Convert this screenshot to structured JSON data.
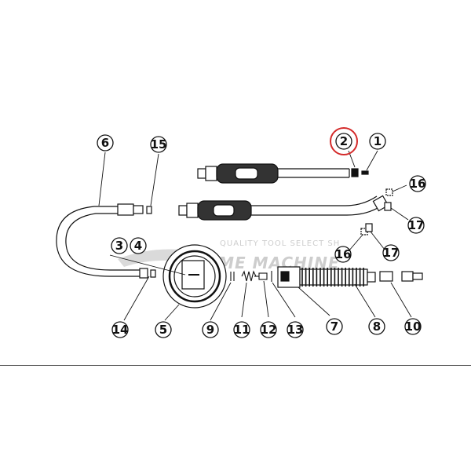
{
  "diagram": {
    "highlight_color": "#d42a2a",
    "line_color": "#111111",
    "watermark": {
      "tagline": "QUALITY TOOL SELECT SH",
      "brand": "TIME MACHINE"
    },
    "callouts": [
      {
        "id": "c1",
        "label": "1"
      },
      {
        "id": "c2",
        "label": "2",
        "highlighted": true
      },
      {
        "id": "c3",
        "label": "3"
      },
      {
        "id": "c4",
        "label": "4"
      },
      {
        "id": "c5",
        "label": "5"
      },
      {
        "id": "c6",
        "label": "6"
      },
      {
        "id": "c7",
        "label": "7"
      },
      {
        "id": "c8",
        "label": "8"
      },
      {
        "id": "c9",
        "label": "9"
      },
      {
        "id": "c10",
        "label": "10"
      },
      {
        "id": "c11",
        "label": "11"
      },
      {
        "id": "c12",
        "label": "12"
      },
      {
        "id": "c13",
        "label": "13"
      },
      {
        "id": "c14",
        "label": "14"
      },
      {
        "id": "c15",
        "label": "15"
      },
      {
        "id": "c16a",
        "label": "16"
      },
      {
        "id": "c16b",
        "label": "16"
      },
      {
        "id": "c17a",
        "label": "17"
      },
      {
        "id": "c17b",
        "label": "17"
      }
    ]
  }
}
